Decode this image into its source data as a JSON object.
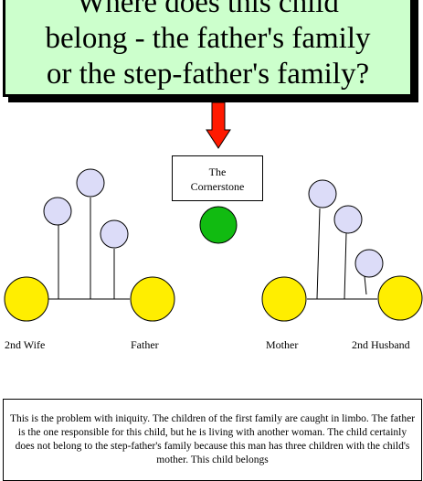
{
  "title": {
    "lines": [
      "Where does this child",
      "belong - the father's family",
      "or the step-father's family?"
    ]
  },
  "cornerstone": {
    "line1": "The",
    "line2": "Cornerstone"
  },
  "labels": {
    "second_wife": "2nd Wife",
    "father": "Father",
    "mother": "Mother",
    "second_husband": "2nd Husband"
  },
  "description": "This is the problem with iniquity. The children of the first family are caught in limbo. The father is the one responsible for this child, but he is living with another woman. The child certainly does not belong to the step-father's family because this man has three children with the child's mother. This child belongs",
  "colors": {
    "title_background": "#ccffcc",
    "parent_fill": "#ffee00",
    "child_fill": "#dcdcf8",
    "cornerstone_fill": "#11bb11",
    "arrow_fill": "#ff1a00"
  }
}
